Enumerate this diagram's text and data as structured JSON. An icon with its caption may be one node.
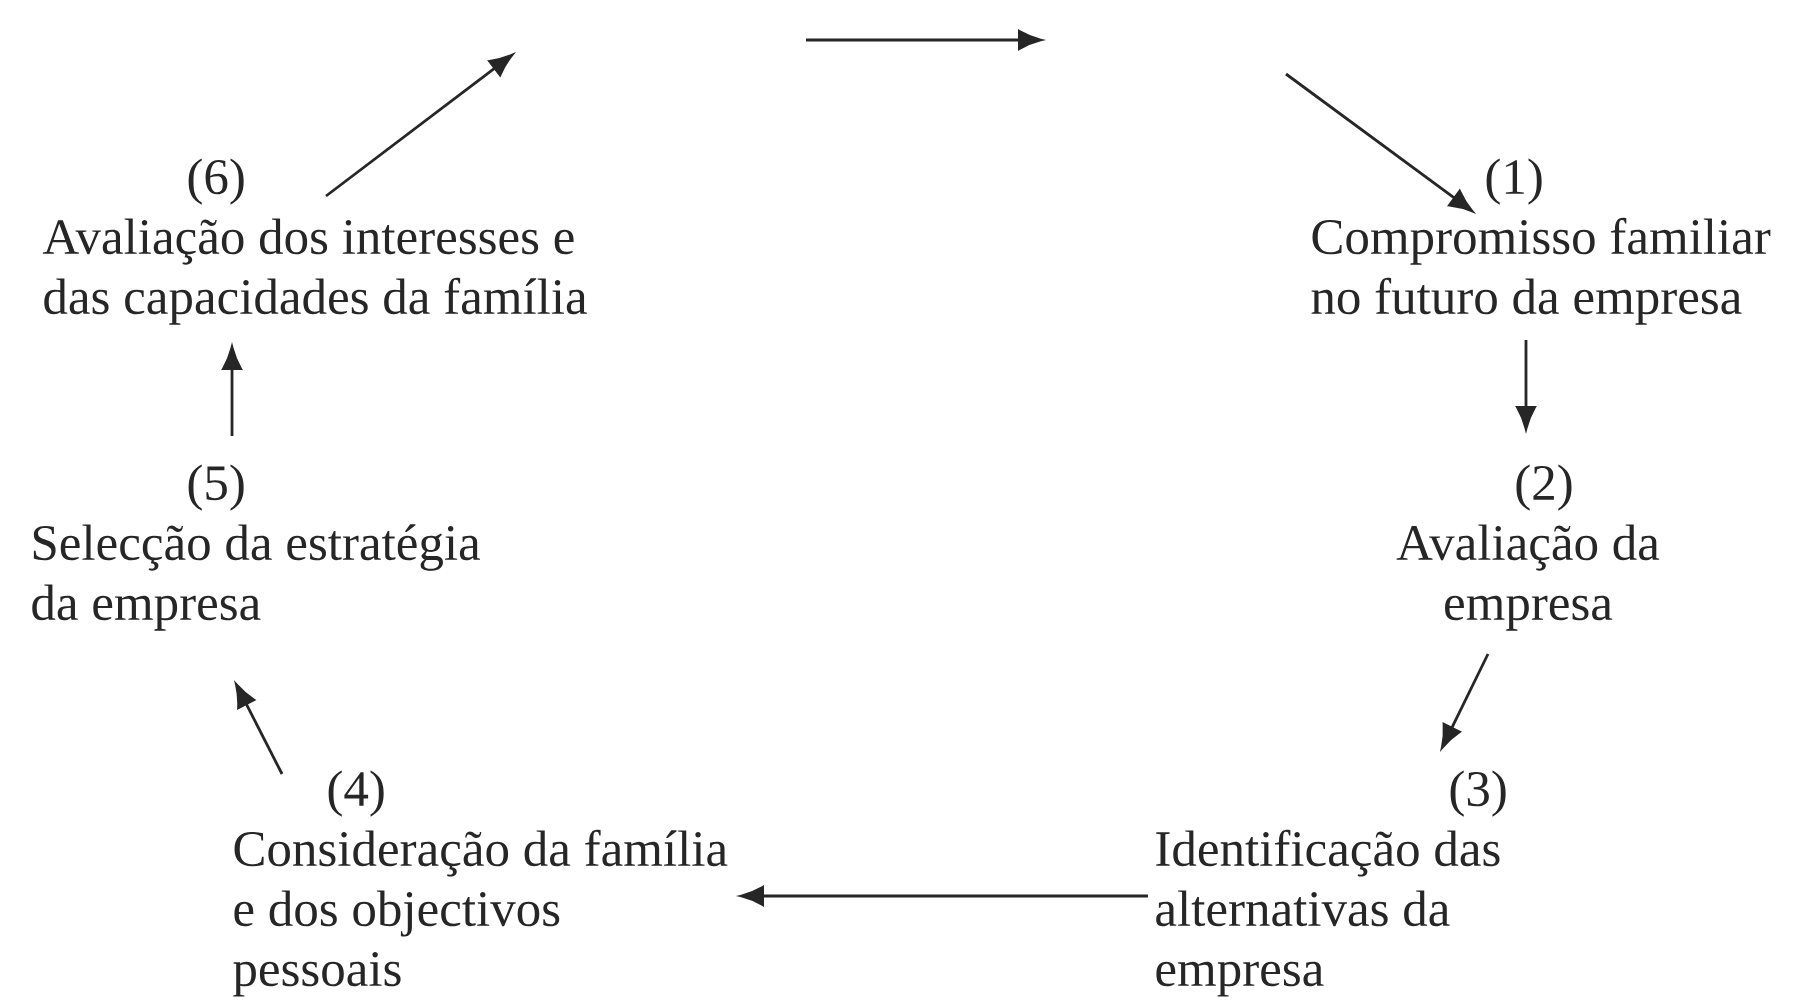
{
  "diagram": {
    "nodes": [
      {
        "text": [
          "(1)",
          "Compromisso familiar no futuro da empresa"
        ]
      },
      {
        "text": [
          "(2)",
          "Avaliação da empresa"
        ]
      },
      {
        "text": [
          "(3)",
          "Identificação das alternativas da empresa"
        ]
      },
      {
        "text": [
          "(4)",
          "Consideração da família e dos objectivos pessoais"
        ]
      },
      {
        "text": [
          "(5)",
          "Selecção da estratégia da empresa"
        ]
      },
      {
        "text": [
          "(6)",
          "Avaliação dos interesses e das capacidades da família"
        ]
      }
    ],
    "edges": [
      {
        "from": 0,
        "to": 1,
        "arrow": "to"
      },
      {
        "from": 1,
        "to": 2,
        "arrow": "to"
      },
      {
        "from": 2,
        "to": 3,
        "arrow": "to"
      },
      {
        "from": 3,
        "to": 4,
        "arrow": "to"
      },
      {
        "from": 4,
        "to": 5,
        "arrow": "to"
      },
      {
        "from": 5,
        "to": null,
        "arrow": "to"
      },
      {
        "from": null,
        "to": 0,
        "arrow": "to"
      }
    ]
  }
}
